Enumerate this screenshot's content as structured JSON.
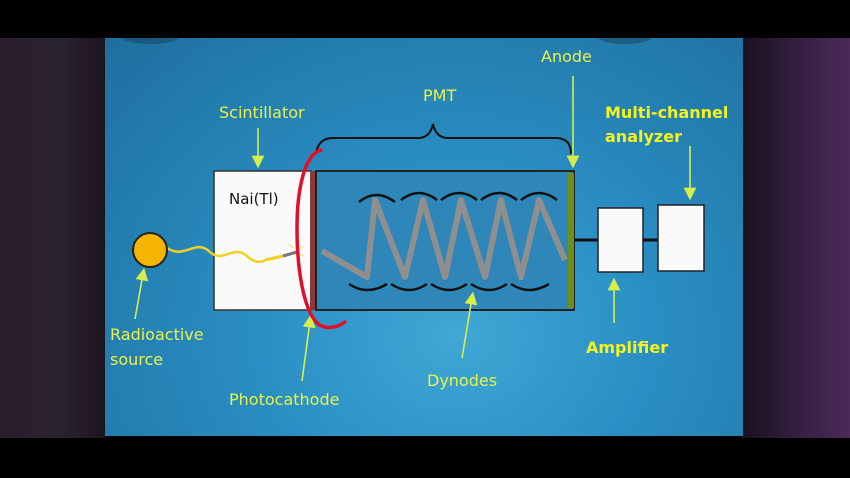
{
  "labels": {
    "scintillator": "Scintillator",
    "pmt": "PMT",
    "anode": "Anode",
    "multichannel_line1": "Multi-channel",
    "multichannel_line2": "analyzer",
    "crystal": "Nai(Tl)",
    "source_line1": "Radioactive",
    "source_line2": "source",
    "photocathode": "Photocathode",
    "dynodes": "Dynodes",
    "amplifier": "Amplifier"
  },
  "colors": {
    "label_yellow": "#e8f24a",
    "slide_blue": "#2a8ec3",
    "annotation_red": "#e0102a",
    "source_orange": "#f5b400",
    "anode_green": "#6b8f1a"
  }
}
